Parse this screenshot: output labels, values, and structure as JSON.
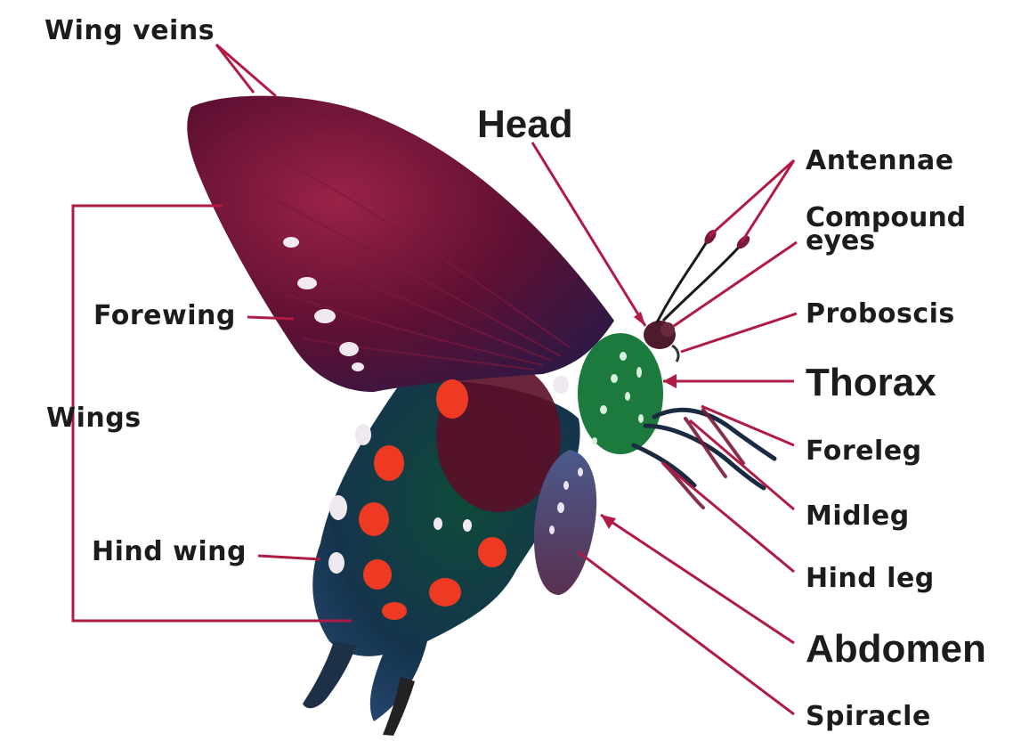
{
  "diagram": {
    "labels": {
      "wing_veins": "Wing veins",
      "forewing": "Forewing",
      "wings": "Wings",
      "hind_wing": "Hind wing",
      "head": "Head",
      "antennae": "Antennae",
      "compound_eyes_line1": "Compound",
      "compound_eyes_line2": "eyes",
      "proboscis": "Proboscis",
      "thorax": "Thorax",
      "foreleg": "Foreleg",
      "midleg": "Midleg",
      "hind_leg": "Hind leg",
      "abdomen": "Abdomen",
      "spiracle": "Spiracle"
    },
    "colors": {
      "leader_line": "#b01a44",
      "forewing_base": "#5a0e2e",
      "forewing_tip": "#8e1f45",
      "hindwing": "#1c3550",
      "hindwing_green": "#0f4a3a",
      "thorax": "#1c7a3a",
      "abdomen": "#35406a",
      "spots_red": "#e8391e",
      "spots_white": "#f3eef2"
    }
  }
}
